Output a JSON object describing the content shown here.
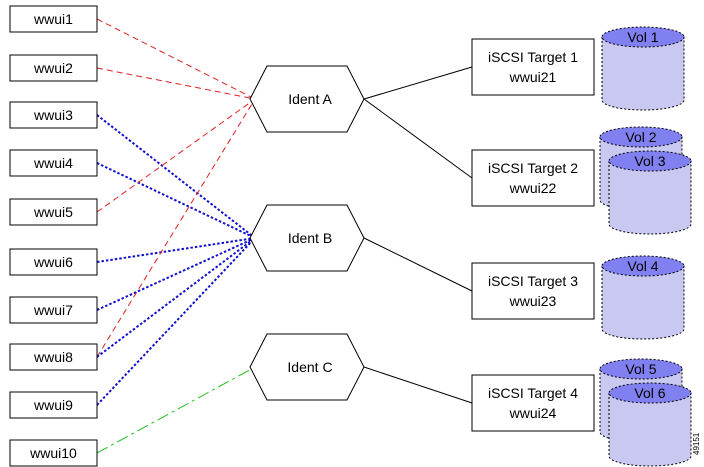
{
  "initiators": [
    {
      "label": "wwui1",
      "ident": "A"
    },
    {
      "label": "wwui2",
      "ident": "A"
    },
    {
      "label": "wwui3",
      "ident": "B"
    },
    {
      "label": "wwui4",
      "ident": "B"
    },
    {
      "label": "wwui5",
      "ident": "A"
    },
    {
      "label": "wwui6",
      "ident": "B"
    },
    {
      "label": "wwui7",
      "ident": "B"
    },
    {
      "label": "wwui8",
      "ident": "A",
      "ident2": "B"
    },
    {
      "label": "wwui9",
      "ident": "B"
    },
    {
      "label": "wwui10",
      "ident": "C"
    }
  ],
  "idents": [
    {
      "key": "A",
      "label": "Ident A"
    },
    {
      "key": "B",
      "label": "Ident B"
    },
    {
      "key": "C",
      "label": "Ident C"
    }
  ],
  "targets": [
    {
      "line1": "iSCSI Target 1",
      "line2": "wwui21",
      "idents": [
        "A"
      ],
      "volumes": [
        "Vol 1"
      ]
    },
    {
      "line1": "iSCSI Target 2",
      "line2": "wwui22",
      "idents": [
        "A"
      ],
      "volumes": [
        "Vol 2",
        "Vol 3"
      ]
    },
    {
      "line1": "iSCSI Target 3",
      "line2": "wwui23",
      "idents": [
        "B"
      ],
      "volumes": [
        "Vol 4"
      ]
    },
    {
      "line1": "iSCSI Target 4",
      "line2": "wwui24",
      "idents": [
        "C"
      ],
      "volumes": [
        "Vol 5",
        "Vol 6"
      ]
    }
  ],
  "figure_id": "49151",
  "colors": {
    "ident_A_link": "#e02020",
    "ident_B_link": "#1010d0",
    "ident_C_link": "#20c020",
    "cylinder_body": "#c8c8f0",
    "cylinder_top": "#8080f0"
  }
}
